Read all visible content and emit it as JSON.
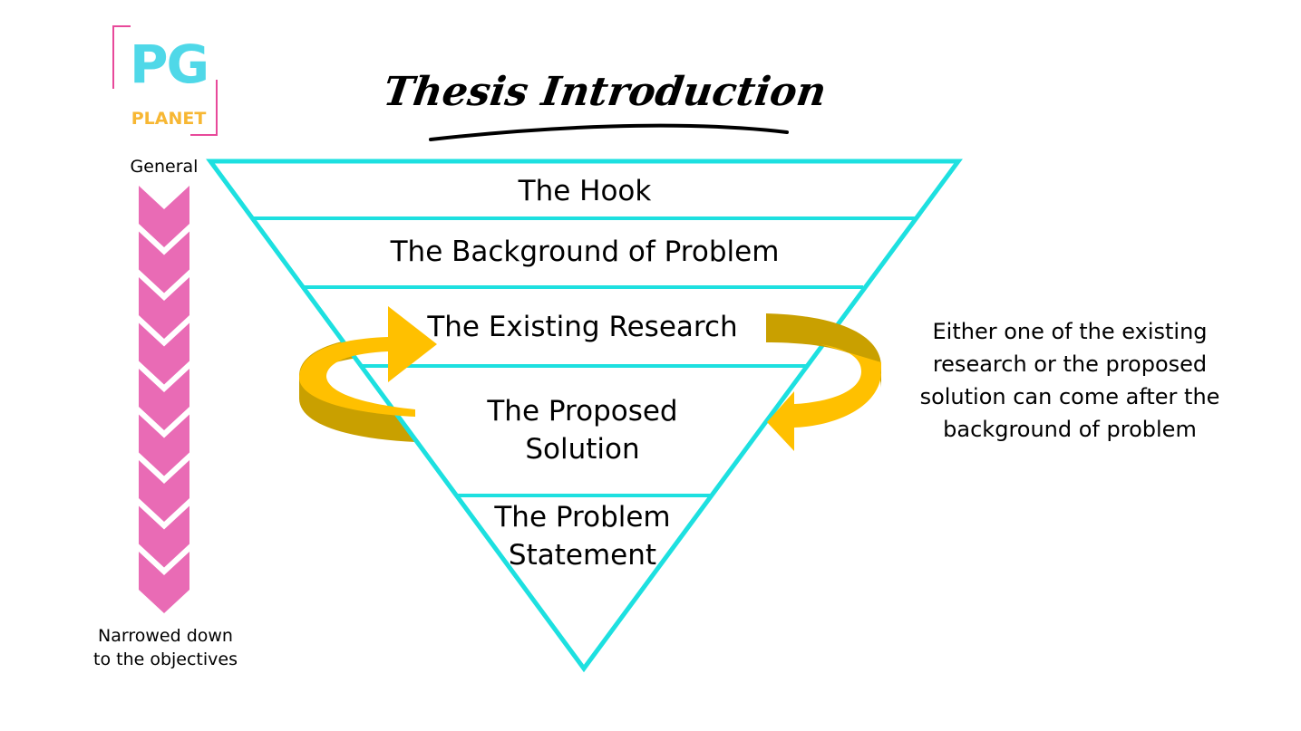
{
  "logo": {
    "mark": "PG",
    "subtitle": "PLANET",
    "colors": {
      "mark": "#4FD8E8",
      "subtitle": "#F7B733",
      "frame": "#E8499A"
    }
  },
  "title": "Thesis Introduction",
  "left_scale": {
    "top_label": "General",
    "bottom_label": "Narrowed down\nto the objectives",
    "chevron_count": 9,
    "chevron_color": "#E96BB5"
  },
  "funnel": {
    "outline_color": "#1DE0E0",
    "layers": [
      {
        "id": "hook",
        "lines": [
          "The Hook"
        ]
      },
      {
        "id": "background",
        "lines": [
          "The Background of Problem"
        ]
      },
      {
        "id": "existing",
        "lines": [
          "The Existing Research"
        ]
      },
      {
        "id": "proposed",
        "lines": [
          "The Proposed",
          "Solution"
        ]
      },
      {
        "id": "statement",
        "lines": [
          "The Problem",
          "Statement"
        ]
      }
    ]
  },
  "swap_arrows": {
    "front_color": "#FFC000",
    "back_color": "#C9A000"
  },
  "note": "Either one of the existing research or the proposed solution can come after the background of problem"
}
